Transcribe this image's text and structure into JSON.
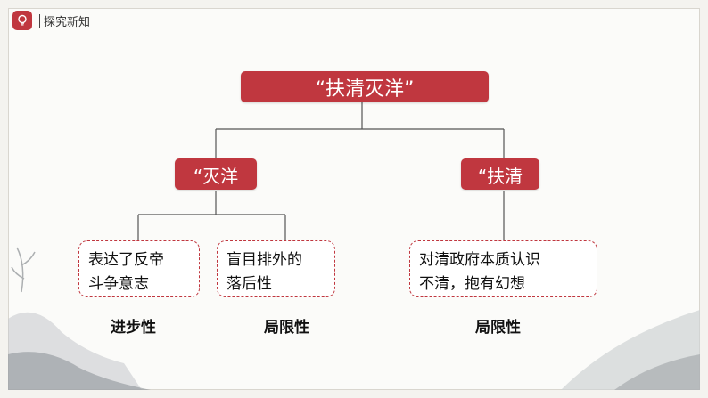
{
  "header": {
    "title": "探究新知"
  },
  "diagram": {
    "root": "“扶清灭洋”",
    "left": "“灭洋",
    "right": "“扶清",
    "left_leaf_1": [
      "表达了反帝",
      "斗争意志"
    ],
    "left_leaf_2": [
      "盲目排外的",
      "落后性"
    ],
    "right_leaf": [
      "对清政府本质认识",
      "不清，抱有幻想"
    ],
    "label_1": "进步性",
    "label_2": "局限性",
    "label_3": "局限性"
  },
  "colors": {
    "accent": "#c0373f",
    "line": "#555555"
  },
  "icons": {
    "logo": "lightbulb-icon"
  }
}
